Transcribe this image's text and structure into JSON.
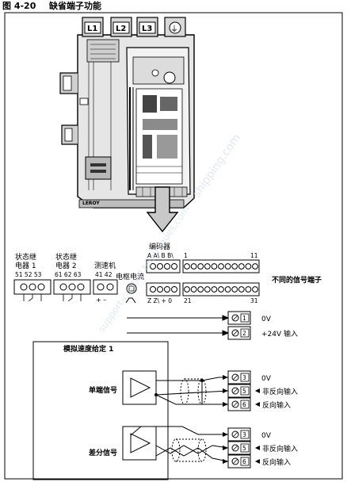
{
  "figure": {
    "number": "图 4-20",
    "title": "缺省端子功能"
  },
  "drive": {
    "terminals_top": [
      "L1",
      "L2",
      "L3"
    ],
    "ground_symbol": "⏚",
    "brand_text": "LEROY"
  },
  "relay1": {
    "label_line1": "状态继",
    "label_line2": "电器 1",
    "pins": "51 52 53"
  },
  "relay2": {
    "label_line1": "状态继",
    "label_line2": "电器 2",
    "pins": "61 62 63"
  },
  "tacho": {
    "label": "测速机",
    "pins": "41 42",
    "polarity": "+ –"
  },
  "motor_current": {
    "label": "电枢电流"
  },
  "encoder": {
    "label": "编码器",
    "pins_top": "A A\\ B B\\",
    "pins_bottom": "Z Z\\ + 0"
  },
  "signal_block": {
    "top_left": "1",
    "top_right": "11",
    "bottom_left": "21",
    "bottom_right": "31",
    "side_label": "不同的信号端子"
  },
  "io_terminals": [
    {
      "num": "1",
      "label": "0V"
    },
    {
      "num": "2",
      "label": "+24V 输入"
    }
  ],
  "analog_box": {
    "title": "模拟速度给定 1",
    "single_label": "单端信号",
    "diff_label": "差分信号"
  },
  "single_terminals": [
    {
      "num": "3",
      "label": "0V"
    },
    {
      "num": "5",
      "label": "非反向输入"
    },
    {
      "num": "6",
      "label": "反向输入"
    }
  ],
  "diff_terminals": [
    {
      "num": "3",
      "label": "0V"
    },
    {
      "num": "5",
      "label": "非反向输入"
    },
    {
      "num": "6",
      "label": "反向输入"
    }
  ],
  "watermarks": [
    "shipping.com",
    "support-control techniques.com"
  ]
}
